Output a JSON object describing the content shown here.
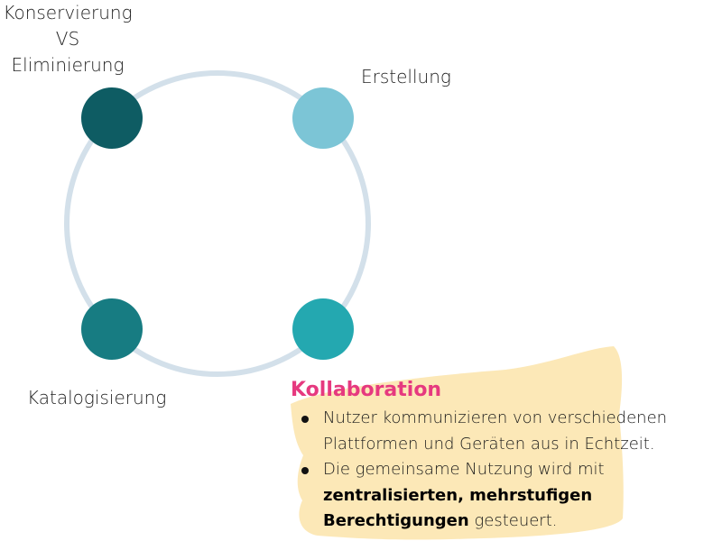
{
  "diagram": {
    "nodes": [
      {
        "id": "konservierung",
        "label_lines": [
          "Konservierung",
          "VS",
          "Eliminierung"
        ],
        "color": "#0e5c63"
      },
      {
        "id": "erstellung",
        "label": "Erstellung",
        "color": "#7cc5d6"
      },
      {
        "id": "katalogisierung",
        "label": "Katalogisierung",
        "color": "#177c82"
      },
      {
        "id": "kollaboration",
        "label": "Kollaboration",
        "color": "#24a8b0"
      }
    ],
    "ring_color": "#d3e0ea"
  },
  "info": {
    "title": "Kollaboration",
    "title_color": "#e6397f",
    "highlight_color": "#fce7b3",
    "bullets": [
      {
        "text": "Nutzer kommunizieren von verschiedenen Plattformen und Geräten aus in Echtzeit."
      },
      {
        "text_before": "Die gemeinsame Nutzung wird mit",
        "bold": "zentralisierten, mehrstufigen Berechtigungen",
        "text_after": "gesteuert."
      }
    ]
  }
}
